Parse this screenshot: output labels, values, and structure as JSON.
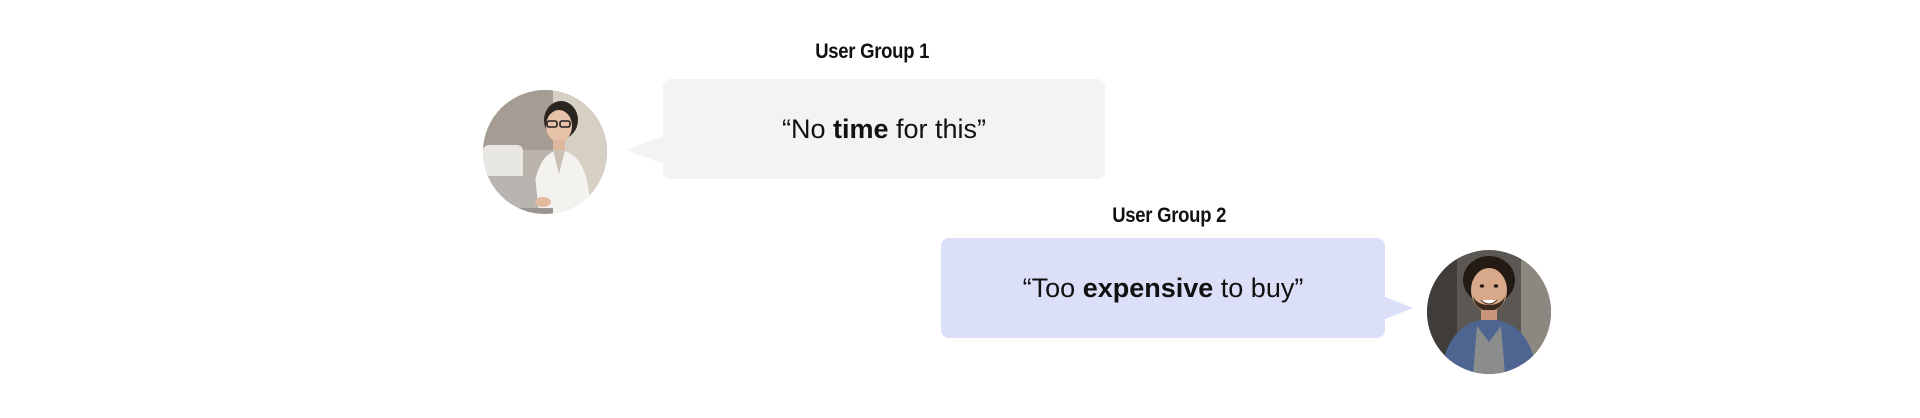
{
  "group1": {
    "label": "User Group 1",
    "quote_open": "“No ",
    "quote_bold": "time",
    "quote_close": " for this”",
    "bubble_color": "#f3f3f3",
    "avatar_icon": "woman-with-laptop-avatar"
  },
  "group2": {
    "label": "User Group 2",
    "quote_open": "“Too ",
    "quote_bold": "expensive",
    "quote_close": " to buy”",
    "bubble_color": "#dcdff8",
    "avatar_icon": "smiling-man-avatar"
  }
}
